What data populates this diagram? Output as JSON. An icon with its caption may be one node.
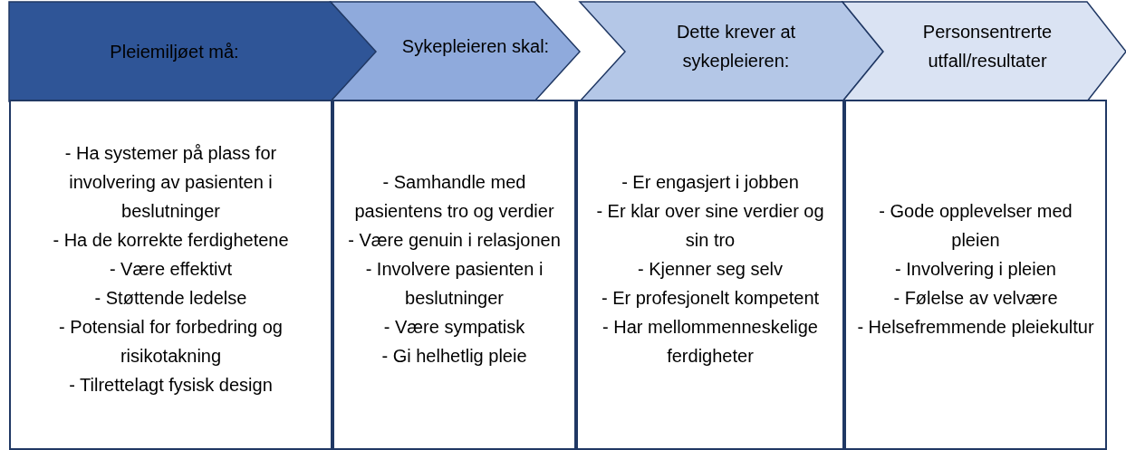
{
  "diagram": {
    "nodes": [
      {
        "text": [
          "Pleiemiljøet må:"
        ]
      },
      {
        "text": [
          "Sykepleieren skal:"
        ]
      },
      {
        "text": [
          "Dette krever at sykepleieren:"
        ]
      },
      {
        "text": [
          "Personsentrerte utfall/resultater"
        ]
      },
      {
        "text": [
          "- Ha systemer på plass for involvering av pasienten i beslutninger",
          "- Ha de korrekte ferdighetene",
          "- Være effektivt",
          "- Støttende ledelse",
          "- Potensial for forbedring og risikotakning",
          "- Tilrettelagt fysisk design"
        ]
      },
      {
        "text": [
          "- Samhandle med pasientens tro og verdier",
          "- Være genuin i relasjonen",
          "- Involvere pasienten i beslutninger",
          "- Være sympatisk",
          "- Gi helhetlig pleie"
        ]
      },
      {
        "text": [
          "- Er engasjert i jobben",
          "- Er klar over sine verdier og sin tro",
          "- Kjenner seg selv",
          "- Er profesjonelt kompetent",
          "- Har mellommenneskelige ferdigheter"
        ]
      },
      {
        "text": [
          "- Gode opplevelser med pleien",
          "- Involvering i pleien",
          "- Følelse av velvære",
          "- Helsefremmende pleiekultur"
        ]
      }
    ]
  }
}
